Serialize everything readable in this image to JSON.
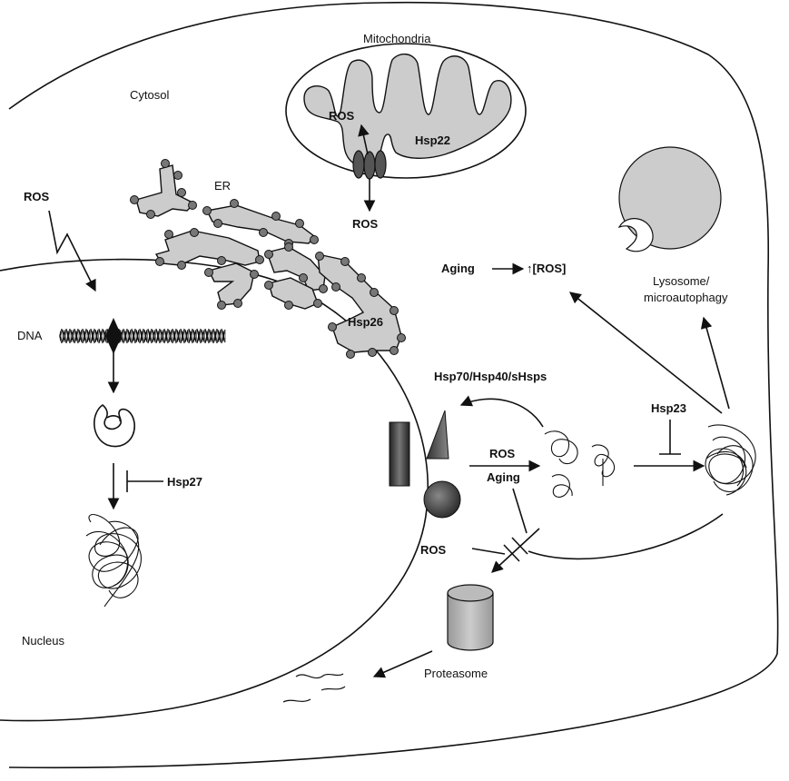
{
  "labels": {
    "mitochondria": "Mitochondria",
    "cytosol": "Cytosol",
    "ros_mito_inner": "ROS",
    "hsp22": "Hsp22",
    "er": "ER",
    "ros_mito_out": "ROS",
    "ros_left": "ROS",
    "dna": "DNA",
    "hsp26": "Hsp26",
    "aging_top": "Aging",
    "ros_up": "↑[ROS]",
    "lysosome_line1": "Lysosome/",
    "lysosome_line2": "microautophagy",
    "hsp70": "Hsp70/Hsp40/sHsps",
    "hsp23": "Hsp23",
    "ros_mid": "ROS",
    "aging_mid": "Aging",
    "hsp27": "Hsp27",
    "ros_bottom": "ROS",
    "nucleus": "Nucleus",
    "proteasome": "Proteasome"
  }
}
